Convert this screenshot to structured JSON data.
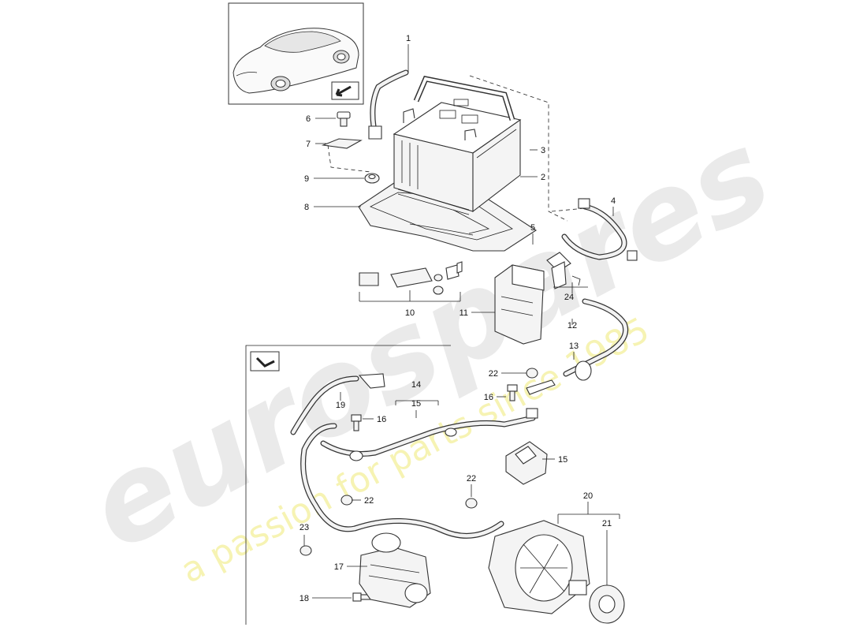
{
  "watermark": {
    "brand": "eurospares",
    "tagline": "a passion for parts since 1985"
  },
  "callouts": {
    "c1": "1",
    "c2": "2",
    "c3": "3",
    "c4": "4",
    "c5": "5",
    "c6": "6",
    "c7": "7",
    "c8": "8",
    "c9": "9",
    "c10": "10",
    "c11": "11",
    "c12": "12",
    "c13": "13",
    "c14": "14",
    "c15a": "15",
    "c15b": "15",
    "c16a": "16",
    "c16b": "16",
    "c17": "17",
    "c18": "18",
    "c19": "19",
    "c20": "20",
    "c21": "21",
    "c22a": "22",
    "c22b": "22",
    "c22c": "22",
    "c23": "23",
    "c24": "24"
  },
  "icons": {
    "car_thumbnail": "car-thumbnail-icon",
    "direction_arrow": "direction-arrow-icon",
    "installation_arrow": "installation-arrow-icon"
  }
}
